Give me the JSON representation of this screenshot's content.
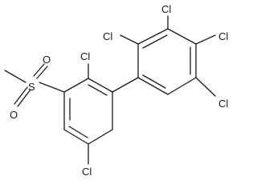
{
  "molecule": {
    "atoms": {
      "cl_ring_a_top": "Cl",
      "cl_ring_a_bottom": "Cl",
      "sulfur": "S",
      "oxygen_upper": "O",
      "oxygen_lower": "O",
      "cl_ring_b_upper_left": "Cl",
      "cl_ring_b_top": "Cl",
      "cl_ring_b_right": "Cl",
      "cl_ring_b_lower_right": "Cl"
    }
  }
}
